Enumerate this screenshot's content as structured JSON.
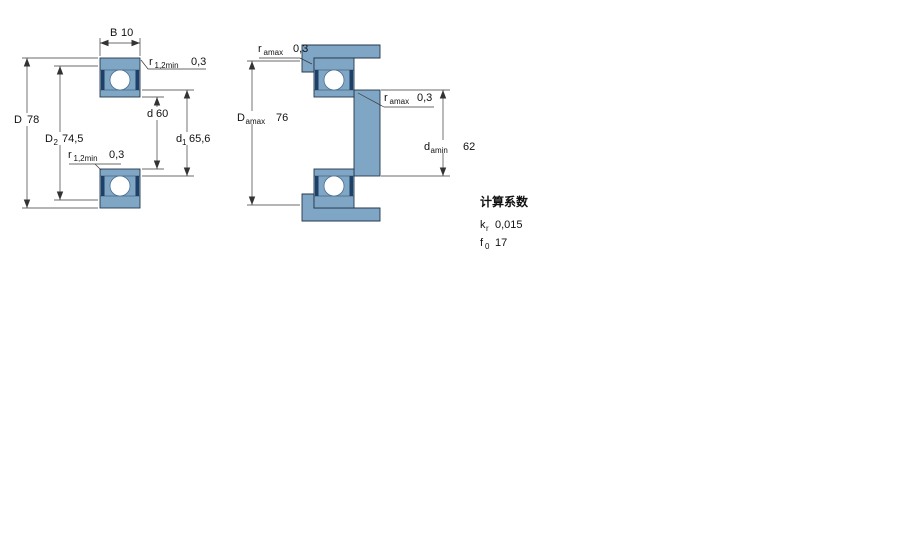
{
  "drawing": {
    "labels": {
      "B": {
        "base": "B",
        "value": "10"
      },
      "r12_top": {
        "base": "r",
        "sub": "1,2min",
        "value": "0,3"
      },
      "D": {
        "base": "D",
        "value": "78"
      },
      "D2": {
        "base": "D",
        "sub": "2",
        "value": "74,5"
      },
      "d": {
        "base": "d",
        "value": "60"
      },
      "d1": {
        "base": "d",
        "sub": "1",
        "value": "65,6"
      },
      "r12_bottom": {
        "base": "r",
        "sub": "1,2min",
        "value": "0,3"
      },
      "ra_top": {
        "base": "r",
        "sub": "amax",
        "value": "0,3"
      },
      "Da": {
        "base": "D",
        "sub": "amax",
        "value": "76"
      },
      "ra_mid": {
        "base": "r",
        "sub": "amax",
        "value": "0,3"
      },
      "da": {
        "base": "d",
        "sub": "amin",
        "value": "62"
      }
    },
    "factors": {
      "heading": "计算系数",
      "rows": [
        {
          "base": "k",
          "sub": "r",
          "value": "0,015"
        },
        {
          "base": "f",
          "sub": "0",
          "value": "17"
        }
      ]
    },
    "colors": {
      "steel_blue": "#7FA6C5",
      "seal_navy": "#1E3F66",
      "line_black": "#333333",
      "background": "#FFFFFF"
    }
  }
}
